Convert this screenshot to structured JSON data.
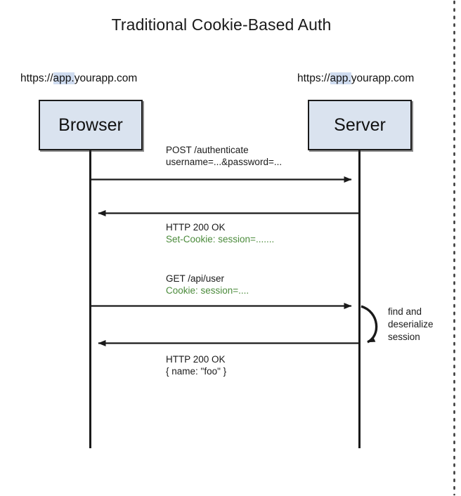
{
  "diagram": {
    "title": "Traditional Cookie-Based Auth",
    "type": "sequence-diagram",
    "background_color": "#ffffff",
    "accent_color": "#dae3ef",
    "highlight_color": "#cfdcf0",
    "green_text_color": "#4b8b3b",
    "line_color": "#1a1a1a"
  },
  "actors": [
    {
      "id": "browser",
      "label": "Browser",
      "url_caption": {
        "prefix": "https://",
        "highlight": "app.",
        "suffix": "yourapp.com"
      }
    },
    {
      "id": "server",
      "label": "Server",
      "url_caption": {
        "prefix": "https://",
        "highlight": "app.",
        "suffix": "yourapp.com"
      }
    }
  ],
  "messages": [
    {
      "id": "msg-1",
      "direction": "browser-to-server",
      "line1": "POST /authenticate",
      "line1_color": "black",
      "line2": "username=...&password=...",
      "line2_color": "black"
    },
    {
      "id": "msg-2",
      "direction": "server-to-browser",
      "line1": "HTTP 200 OK",
      "line1_color": "black",
      "line2": "Set-Cookie: session=.......",
      "line2_color": "green"
    },
    {
      "id": "msg-3",
      "direction": "browser-to-server",
      "line1": "GET /api/user",
      "line1_color": "black",
      "line2": "Cookie: session=....",
      "line2_color": "green"
    },
    {
      "id": "msg-4",
      "direction": "server-to-browser",
      "line1": "HTTP 200 OK",
      "line1_color": "black",
      "line2": "{  name: \"foo\" }",
      "line2_color": "black"
    }
  ],
  "self_loop_note": {
    "line1": "find and",
    "line2": "deserialize",
    "line3": "session"
  }
}
